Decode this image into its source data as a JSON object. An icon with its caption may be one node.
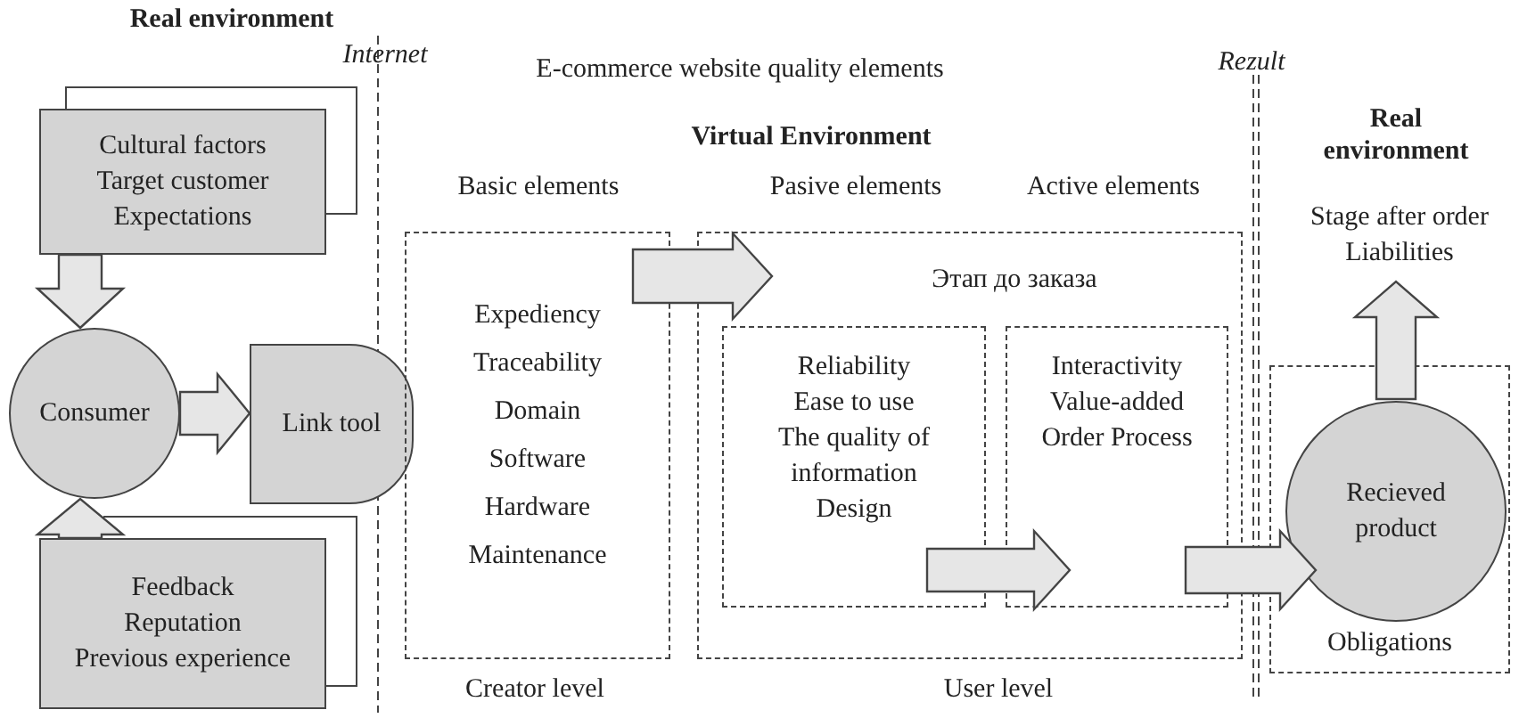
{
  "diagram": {
    "nodes": [
      {
        "text": [
          "Cultural factors",
          "Target customer",
          "Expectations"
        ]
      },
      {
        "text": [
          "Consumer"
        ]
      },
      {
        "text": [
          "Link tool"
        ]
      },
      {
        "text": [
          "Feedback",
          "Reputation",
          "Previous experience"
        ]
      },
      {
        "text": [
          "Expediency",
          "Traceability",
          "Domain",
          "Software",
          "Hardware",
          "Maintenance"
        ]
      },
      {
        "text": [
          "Этап до заказа"
        ]
      },
      {
        "text": [
          "Reliability",
          "Ease to use",
          "The quality of information",
          "Design"
        ],
        "in": 5
      },
      {
        "text": [
          "Interactivity",
          "Value-added",
          "Order Process"
        ],
        "in": 5
      },
      {
        "text": [
          "Obligations"
        ]
      },
      {
        "text": [
          "Recieved product"
        ],
        "in": 8
      },
      {
        "text": [
          "Stage after order",
          "Liabilities"
        ]
      }
    ],
    "edges": [
      {
        "from": 0,
        "to": 1,
        "arrow": "to"
      },
      {
        "from": 3,
        "to": 1,
        "arrow": "to"
      },
      {
        "from": 1,
        "to": 2,
        "arrow": "to"
      },
      {
        "from": 4,
        "to": 5,
        "arrow": "to"
      },
      {
        "from": 6,
        "to": 7,
        "arrow": "to"
      },
      {
        "from": 7,
        "to": 9,
        "arrow": "to"
      },
      {
        "from": 9,
        "to": 10,
        "arrow": "to"
      }
    ],
    "labels": [
      "Real environment",
      "Internet",
      "E-commerce website quality elements",
      "Rezult",
      "Real environment",
      "Virtual Environment",
      "Basic elements",
      "Pasive elements",
      "Active elements",
      "Creator level",
      "User level"
    ]
  }
}
